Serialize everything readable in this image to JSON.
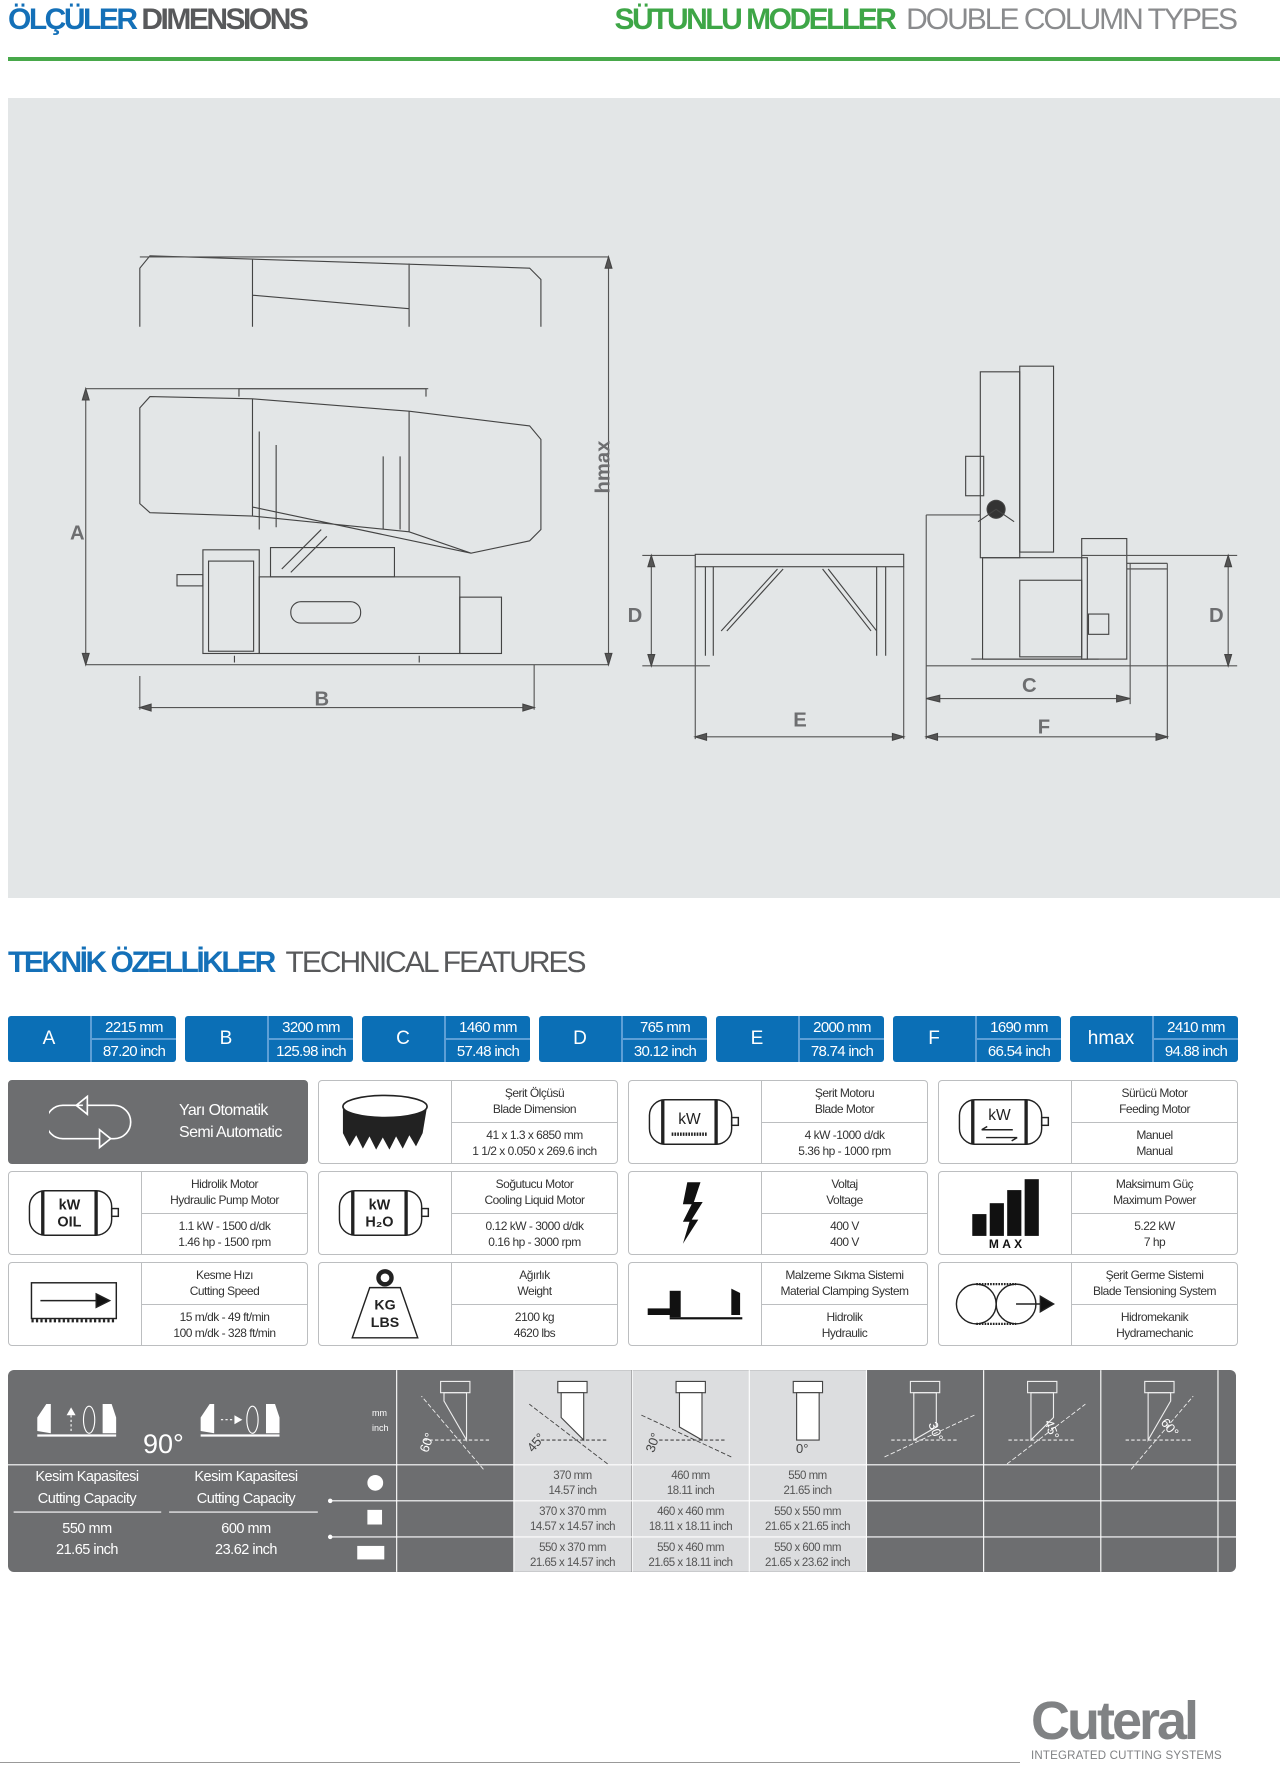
{
  "header": {
    "title_tr": "ÖLÇÜLER",
    "title_en": "DIMENSIONS",
    "model_tr": "SÜTUNLU MODELLER",
    "model_en": "DOUBLE COLUMN TYPES"
  },
  "drawing_labels": {
    "a": "A",
    "b": "B",
    "hmax": "hmax",
    "d_left": "D",
    "e": "E",
    "c": "C",
    "f": "F",
    "d_right": "D"
  },
  "section": {
    "title_tr": "TEKNİK ÖZELLİKLER",
    "title_en": "TECHNICAL FEATURES"
  },
  "dimensions": [
    {
      "label": "A",
      "mm": "2215 mm",
      "inch": "87.20 inch"
    },
    {
      "label": "B",
      "mm": "3200 mm",
      "inch": "125.98 inch"
    },
    {
      "label": "C",
      "mm": "1460 mm",
      "inch": "57.48 inch"
    },
    {
      "label": "D",
      "mm": "765 mm",
      "inch": "30.12 inch"
    },
    {
      "label": "E",
      "mm": "2000 mm",
      "inch": "78.74 inch"
    },
    {
      "label": "F",
      "mm": "1690 mm",
      "inch": "66.54 inch"
    },
    {
      "label": "hmax",
      "mm": "2410 mm",
      "inch": "94.88 inch"
    }
  ],
  "mode": {
    "icon": "cycle-arrows-icon",
    "line1": "Yarı Otomatik",
    "line2": "Semi Automatic"
  },
  "features": [
    {
      "icon": "blade-band-icon",
      "title_tr": "Şerit Ölçüsü",
      "title_en": "Blade Dimension",
      "v1": "41 x 1.3 x 6850 mm",
      "v2": "1 1/2 x 0.050 x 269.6 inch"
    },
    {
      "icon": "blade-motor-icon",
      "title_tr": "Şerit Motoru",
      "title_en": "Blade Motor",
      "v1": "4 kW -1000 d/dk",
      "v2": "5.36 hp - 1000 rpm",
      "icon_text": "kW"
    },
    {
      "icon": "feeding-motor-icon",
      "title_tr": "Sürücü Motor",
      "title_en": "Feeding Motor",
      "v1": "Manuel",
      "v2": "Manual",
      "icon_text": "kW"
    },
    {
      "icon": "hydraulic-motor-icon",
      "title_tr": "Hidrolik Motor",
      "title_en": "Hydraulic Pump Motor",
      "v1": "1.1 kW - 1500 d/dk",
      "v2": "1.46 hp - 1500 rpm",
      "icon_text": "kW",
      "icon_text2": "OIL"
    },
    {
      "icon": "coolant-motor-icon",
      "title_tr": "Soğutucu Motor",
      "title_en": "Cooling Liquid Motor",
      "v1": "0.12 kW - 3000 d/dk",
      "v2": "0.16 hp - 3000 rpm",
      "icon_text": "kW",
      "icon_text2": "H₂O"
    },
    {
      "icon": "lightning-icon",
      "title_tr": "Voltaj",
      "title_en": "Voltage",
      "v1": "400 V",
      "v2": "400 V"
    },
    {
      "icon": "max-power-bars-icon",
      "title_tr": "Maksimum Güç",
      "title_en": "Maximum Power",
      "v1": "5.22 kW",
      "v2": "7 hp",
      "icon_text": "MAX"
    },
    {
      "icon": "cutting-speed-icon",
      "title_tr": "Kesme Hızı",
      "title_en": "Cutting Speed",
      "v1": "15 m/dk - 49 ft/min",
      "v2": "100 m/dk - 328 ft/min"
    },
    {
      "icon": "weight-icon",
      "title_tr": "Ağırlık",
      "title_en": "Weight",
      "v1": "2100 kg",
      "v2": "4620  lbs",
      "icon_text": "KG",
      "icon_text2": "LBS"
    },
    {
      "icon": "clamping-vise-icon",
      "title_tr": "Malzeme Sıkma Sistemi",
      "title_en": "Material Clamping System",
      "v1": "Hidrolik",
      "v2": "Hydraulic"
    },
    {
      "icon": "blade-tension-icon",
      "title_tr": "Şerit Germe Sistemi",
      "title_en": "Blade Tensioning System",
      "v1": "Hidromekanik",
      "v2": "Hydramechanic"
    }
  ],
  "capacity": {
    "angle_90": "90°",
    "unit_mm": "mm",
    "unit_inch": "inch",
    "left": [
      {
        "tr": "Kesim Kapasitesi",
        "en": "Cutting Capacity",
        "mm": "550 mm",
        "inch": "21.65 inch"
      },
      {
        "tr": "Kesim Kapasitesi",
        "en": "Cutting Capacity",
        "mm": "600 mm",
        "inch": "23.62 inch"
      }
    ],
    "shapes": [
      "round",
      "square",
      "rectangle"
    ],
    "angles": [
      "60°",
      "45°",
      "30°",
      "0°",
      "30°",
      "45°",
      "60°"
    ],
    "columns": [
      {
        "angle": "60°",
        "round": null,
        "square": null,
        "rect": null
      },
      {
        "angle": "45°",
        "round": [
          "370 mm",
          "14.57 inch"
        ],
        "square": [
          "370 x 370 mm",
          "14.57 x 14.57 inch"
        ],
        "rect": [
          "550 x 370 mm",
          "21.65 x 14.57 inch"
        ]
      },
      {
        "angle": "30°",
        "round": [
          "460 mm",
          "18.11 inch"
        ],
        "square": [
          "460 x 460 mm",
          "18.11 x 18.11 inch"
        ],
        "rect": [
          "550 x 460 mm",
          "21.65 x 18.11 inch"
        ]
      },
      {
        "angle": "0°",
        "round": [
          "550 mm",
          "21.65 inch"
        ],
        "square": [
          "550 x 550 mm",
          "21.65 x 21.65 inch"
        ],
        "rect": [
          "550 x 600 mm",
          "21.65 x 23.62 inch"
        ]
      },
      {
        "angle": "30°",
        "round": null,
        "square": null,
        "rect": null
      },
      {
        "angle": "45°",
        "round": null,
        "square": null,
        "rect": null
      },
      {
        "angle": "60°",
        "round": null,
        "square": null,
        "rect": null
      }
    ]
  },
  "logo": {
    "name": "Cuteral",
    "tagline": "INTEGRATED CUTTING SYSTEMS"
  },
  "colors": {
    "blue": "#0b6fb6",
    "green": "#3ea647",
    "dark_gray": "#6d6e70",
    "light_gray": "#dcdddf"
  }
}
